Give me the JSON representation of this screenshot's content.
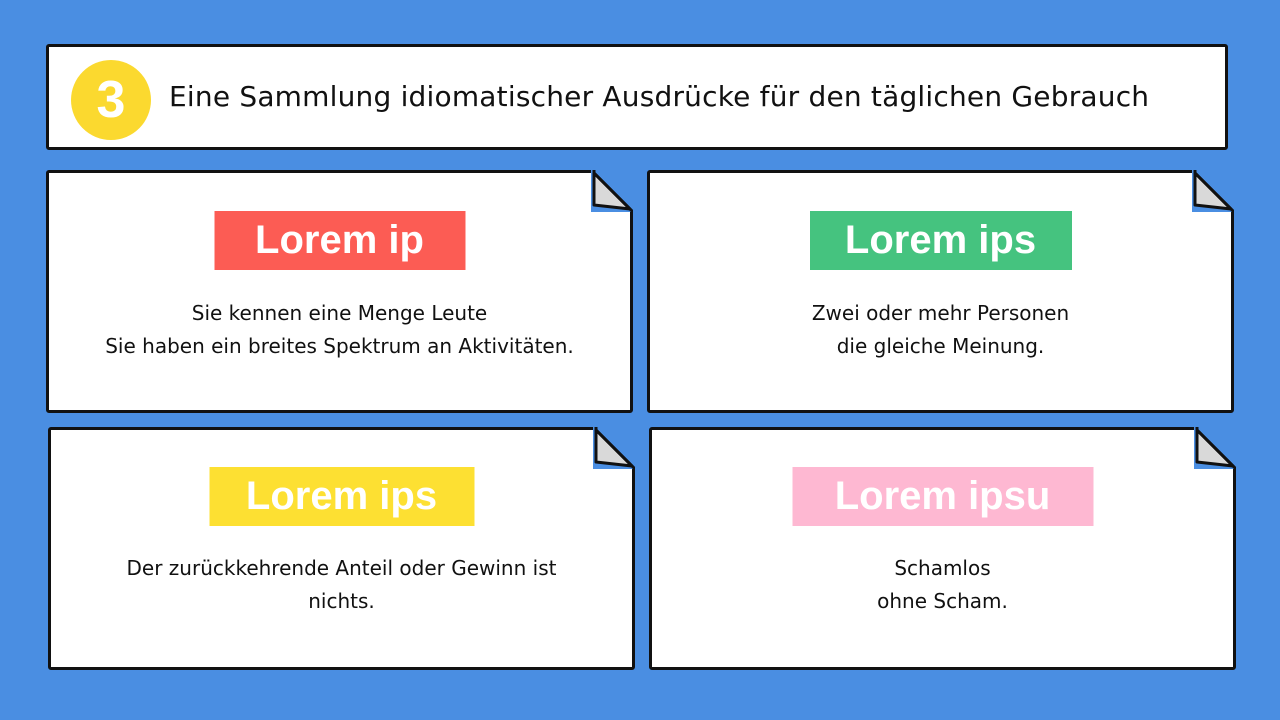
{
  "header": {
    "number": "3",
    "title": "Eine Sammlung idiomatischer Ausdrücke für den täglichen Gebrauch"
  },
  "cards": [
    {
      "label": "Lorem ip",
      "color": "#fc5c54",
      "lines": [
        "Sie kennen eine Menge Leute",
        "Sie haben ein breites Spektrum an Aktivitäten."
      ]
    },
    {
      "label": "Lorem ips",
      "color": "#45c37f",
      "lines": [
        "Zwei oder mehr Personen",
        "die gleiche Meinung."
      ]
    },
    {
      "label": "Lorem ips",
      "color": "#fde032",
      "lines": [
        "Der zurückkehrende Anteil oder Gewinn ist",
        "nichts."
      ]
    },
    {
      "label": "Lorem ipsu",
      "color": "#feb8d2",
      "lines": [
        "Schamlos",
        "ohne Scham."
      ]
    }
  ],
  "colors": {
    "background": "#4a8ee2",
    "badge": "#fbd92f",
    "fold": "#d9d9d9"
  }
}
